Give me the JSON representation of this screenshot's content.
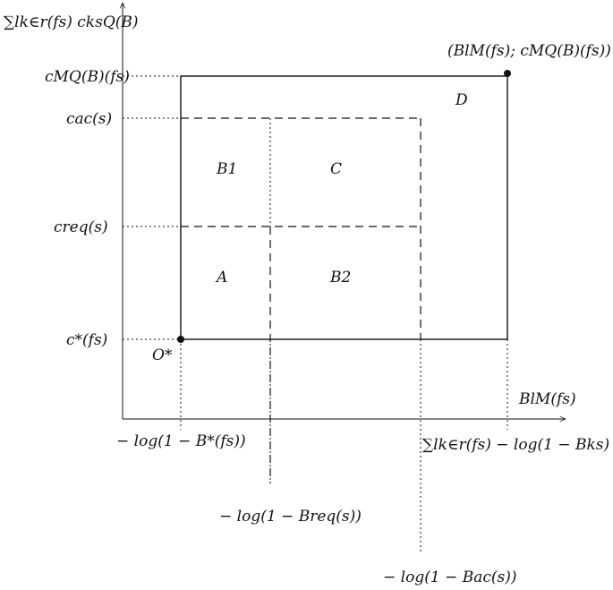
{
  "y_axis": {
    "label": "∑lk∈r(fs) cksQ(B)",
    "ticks": {
      "cM": "cMQ(B)(fs)",
      "cac": "cac(s)",
      "creq": "creq(s)",
      "cstar": "c*(fs)"
    }
  },
  "x_axis": {
    "label": "BlM(fs)",
    "ticks": {
      "bstar": "− log(1 − B*(fs))",
      "breq": "− log(1 − Breq(s))",
      "bac": "− log(1 − Bac(s))",
      "bsum": "∑lk∈r(fs) − log(1 − Bks)"
    }
  },
  "points": {
    "origin": "O*",
    "corner": "(BlM(fs); cMQ(B)(fs))"
  },
  "regions": {
    "A": "A",
    "B1": "B1",
    "B2": "B2",
    "C": "C",
    "D": "D"
  }
}
